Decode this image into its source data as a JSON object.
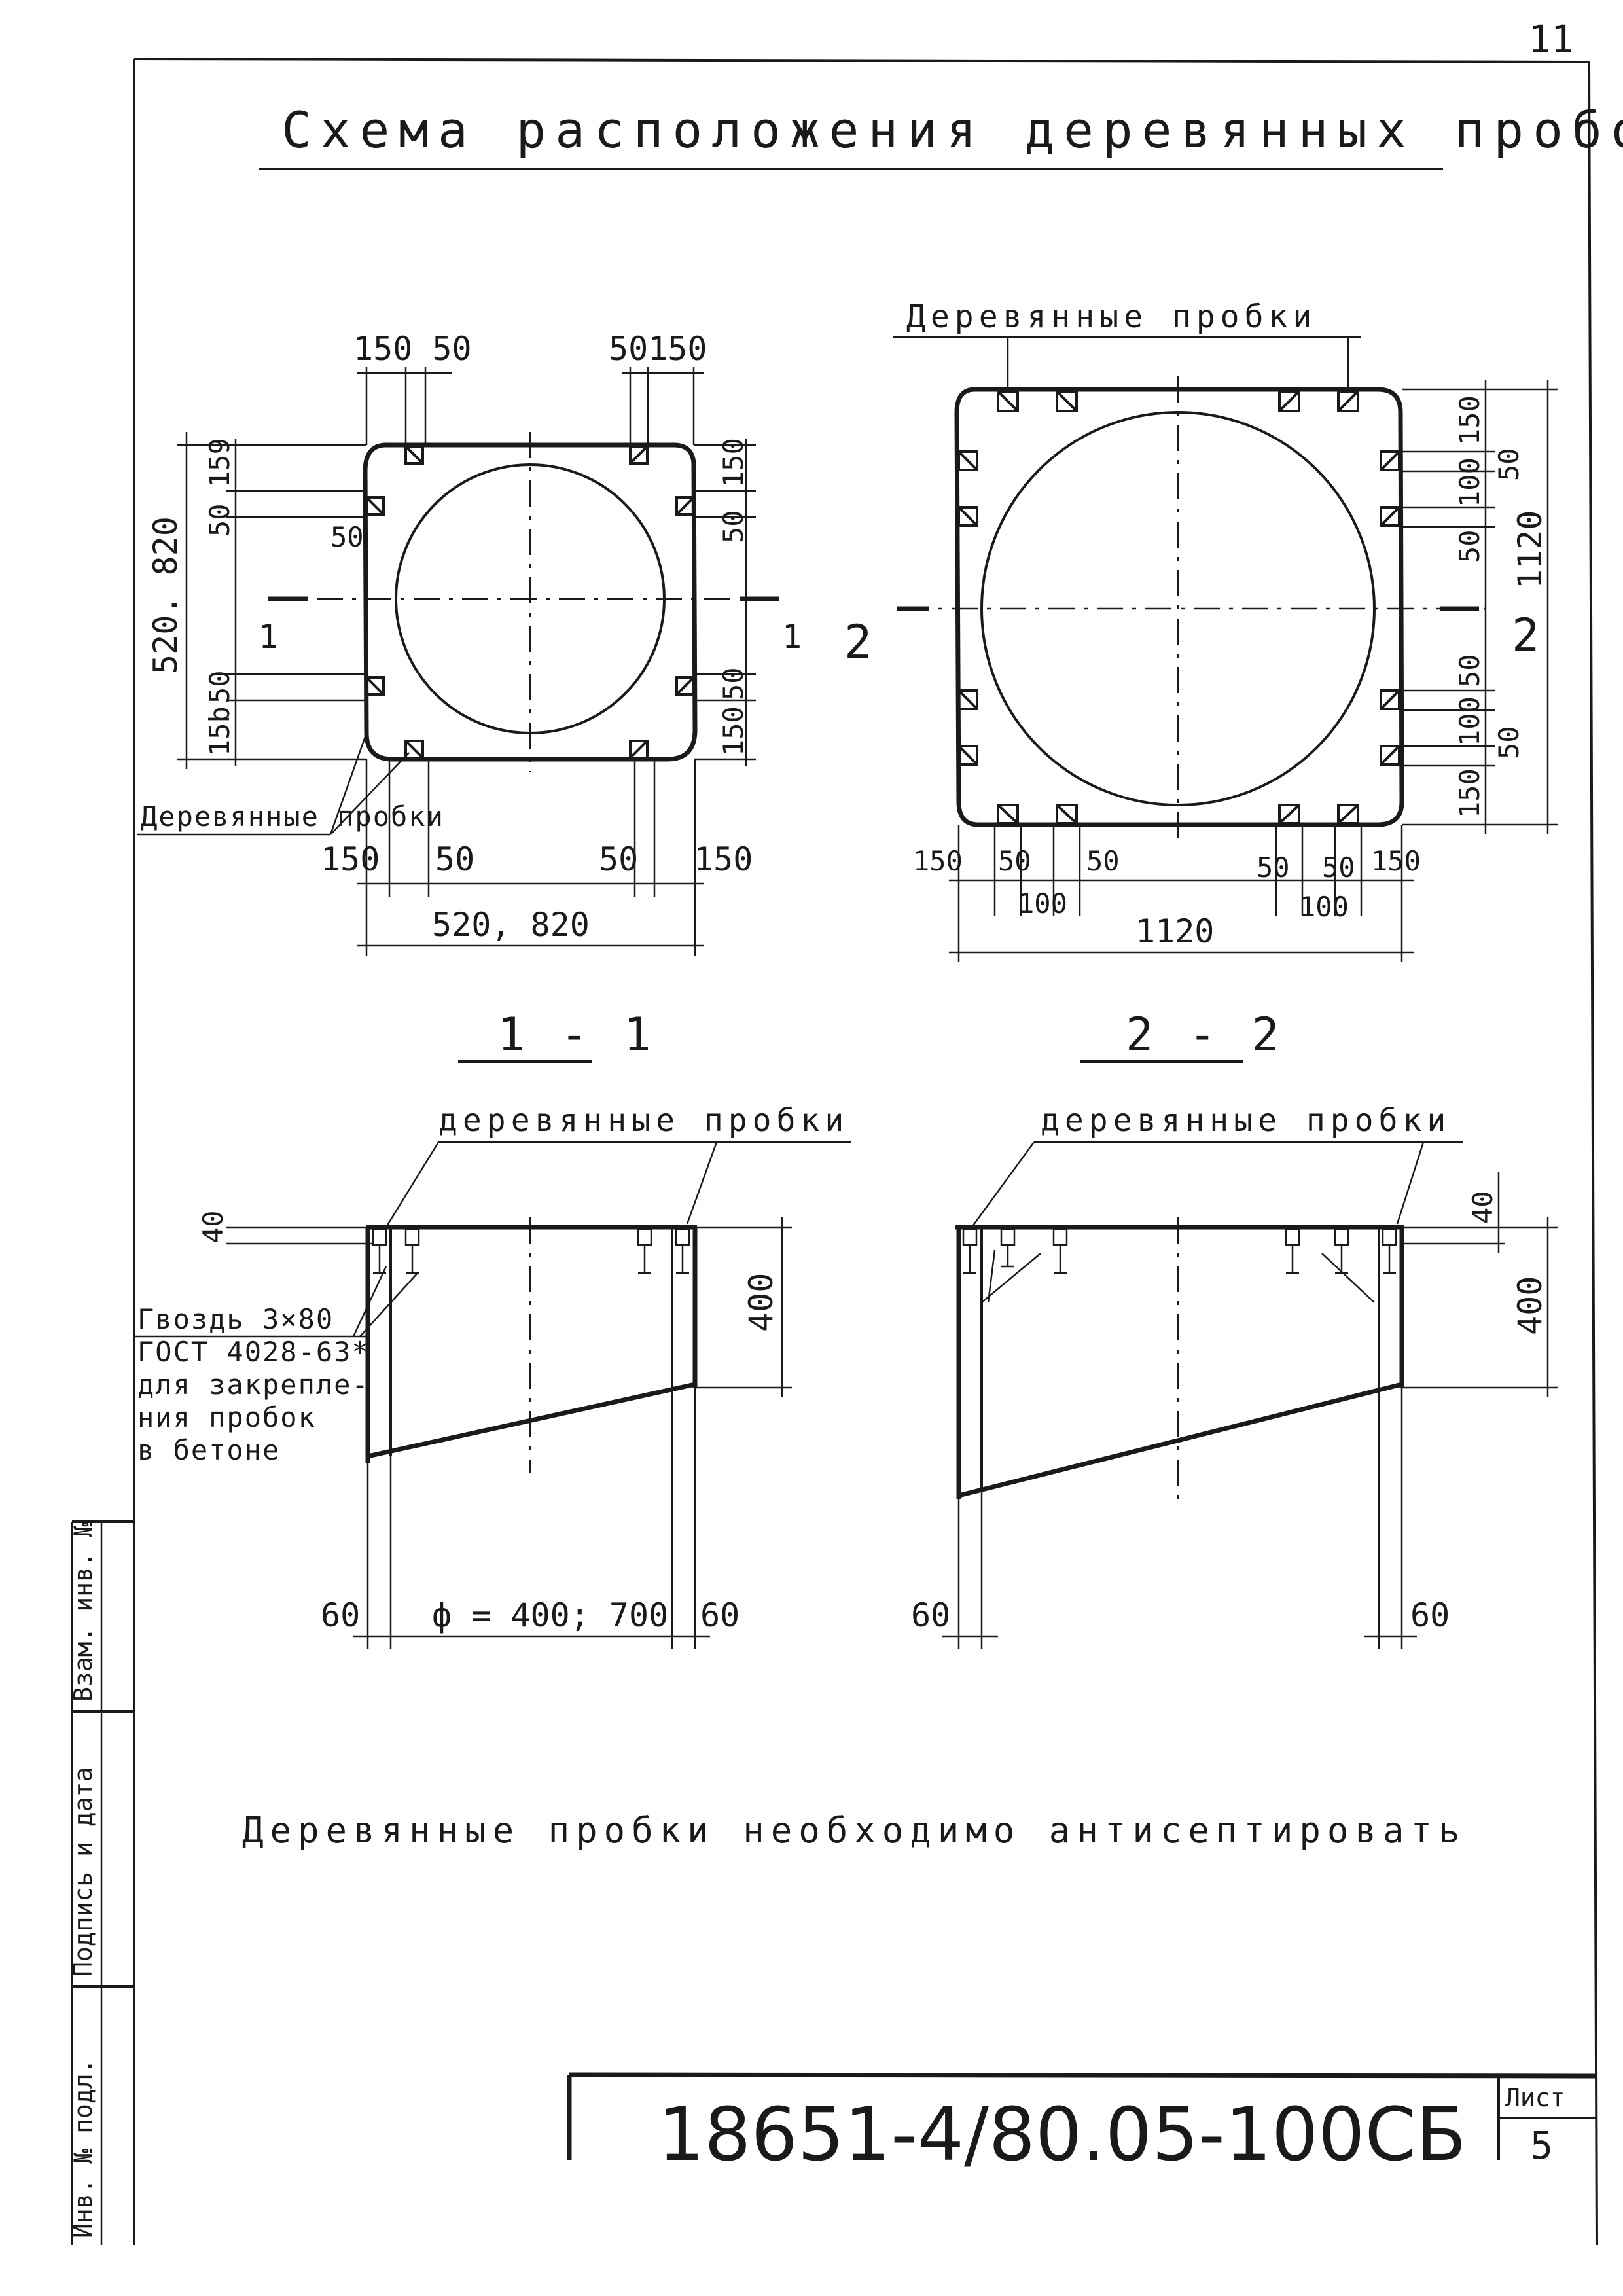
{
  "page_number_corner": "11",
  "title": "Схема расположения деревянных пробок",
  "plan1": {
    "label_top_left": "150 50",
    "label_top_right": "50150",
    "left_dims": [
      "159",
      "50",
      "50",
      "15b"
    ],
    "left_overall": "520. 820",
    "right_dims": [
      "150",
      "50",
      "50",
      "150"
    ],
    "inner_50": "50",
    "section_mark": "1",
    "callout": "Деревянные пробки",
    "bottom_dims": [
      "150",
      "50",
      "50",
      "150"
    ],
    "bottom_overall": "520, 820"
  },
  "plan2": {
    "callout": "Деревянные пробки",
    "right_dims_top": [
      "150",
      "50",
      "100",
      "50"
    ],
    "right_overall": "1120",
    "right_dims_bottom": [
      "50",
      "100",
      "50",
      "150"
    ],
    "section_mark": "2",
    "bottom_dims_left": [
      "150",
      "50",
      "50",
      "100"
    ],
    "bottom_dims_right": [
      "50",
      "50",
      "150",
      "100"
    ],
    "bottom_overall": "1120"
  },
  "section1": {
    "heading": "1 - 1",
    "callout": "деревянные пробки",
    "dim_top": "40",
    "dim_height": "400",
    "nail_note": [
      "Гвоздь 3×80",
      "ГОСТ 4028-63*",
      "для закрепле-",
      "ния пробок",
      "в бетоне"
    ],
    "dim_wall_left": "60",
    "dim_diameter": "ф = 400; 700",
    "dim_wall_right": "60"
  },
  "section2": {
    "heading": "2 - 2",
    "callout": "деревянные пробки",
    "dim_top": "40",
    "dim_height": "400",
    "dim_wall_left": "60",
    "dim_wall_right": "60"
  },
  "note": "Деревянные пробки необходимо антисептировать",
  "stamp": {
    "col1": "Инв. № подл.",
    "col2": "Подпись и дата",
    "col3": "Взам. инв. №"
  },
  "title_block": {
    "code": "18651-4/80.05-100СБ",
    "sheet_label": "Лист",
    "sheet_number": "5"
  }
}
